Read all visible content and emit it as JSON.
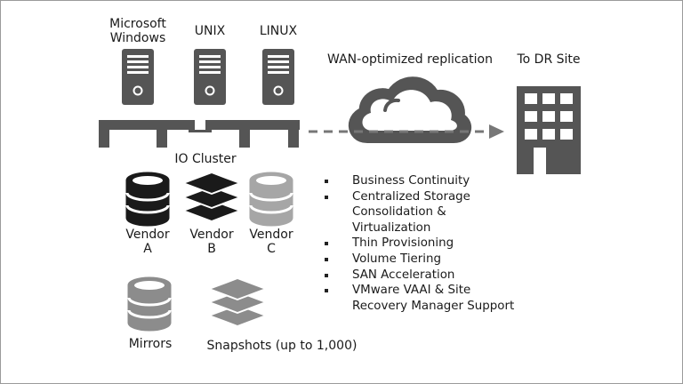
{
  "servers": [
    {
      "id": "windows",
      "label": "Microsoft\nWindows",
      "icon": "server-tower-icon"
    },
    {
      "id": "unix",
      "label": "UNIX",
      "icon": "server-tower-icon"
    },
    {
      "id": "linux",
      "label": "LINUX",
      "icon": "server-tower-icon"
    }
  ],
  "cluster_label": "IO Cluster",
  "vendors": [
    {
      "id": "a",
      "label": "Vendor\nA",
      "icon": "database-icon"
    },
    {
      "id": "b",
      "label": "Vendor\nB",
      "icon": "layer-stack-icon"
    },
    {
      "id": "c",
      "label": "Vendor\nC",
      "icon": "database-icon"
    }
  ],
  "replication_label": "WAN-optimized replication",
  "dr_label": "To DR Site",
  "features": [
    "Business Continuity",
    "Centralized Storage\nConsolidation &\nVirtualization",
    "Thin Provisioning",
    "Volume Tiering",
    "SAN Acceleration",
    "VMware VAAI & Site\nRecovery Manager Support"
  ],
  "mirrors_label": "Mirrors",
  "snapshots_label": "Snapshots (up to 1,000)",
  "icons": {
    "cloud": "cloud-icon",
    "building": "building-icon",
    "arrow": "dashed-arrow-icon"
  },
  "colors": {
    "dark": "#1a1a1a",
    "mid": "#555555",
    "light": "#a6a6a6",
    "line": "#777777"
  }
}
